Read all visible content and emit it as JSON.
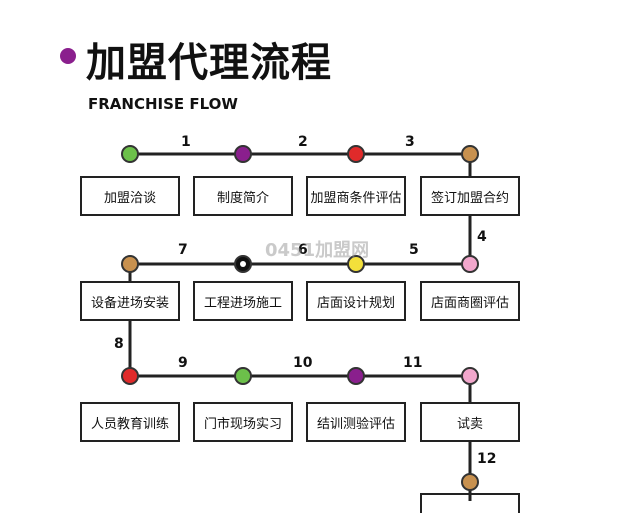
{
  "header": {
    "title": "加盟代理流程",
    "subtitle": "FRANCHISE FLOW"
  },
  "watermark": "0451加盟网",
  "colors": {
    "bullet": "#8a1f8d",
    "green": "#6cc04a",
    "purple": "#8a1f8d",
    "red": "#e02a2a",
    "tan": "#c8914f",
    "pink": "#f2a7cc",
    "black": "#111111",
    "yellow": "#f3e03b"
  },
  "steps": {
    "s1": "加盟洽谈",
    "s2": "制度简介",
    "s3": "加盟商条件评估",
    "s4": "签订加盟合约",
    "s5": "店面商圈评估",
    "s6": "店面设计规划",
    "s7": "工程进场施工",
    "s8": "设备进场安装",
    "s9": "人员教育训练",
    "s10": "门市现场实习",
    "s11": "结训测验评估",
    "s12": "试卖"
  },
  "numbers": {
    "n1": "1",
    "n2": "2",
    "n3": "3",
    "n4": "4",
    "n5": "5",
    "n6": "6",
    "n7": "7",
    "n8": "8",
    "n9": "9",
    "n10": "10",
    "n11": "11",
    "n12": "12"
  }
}
